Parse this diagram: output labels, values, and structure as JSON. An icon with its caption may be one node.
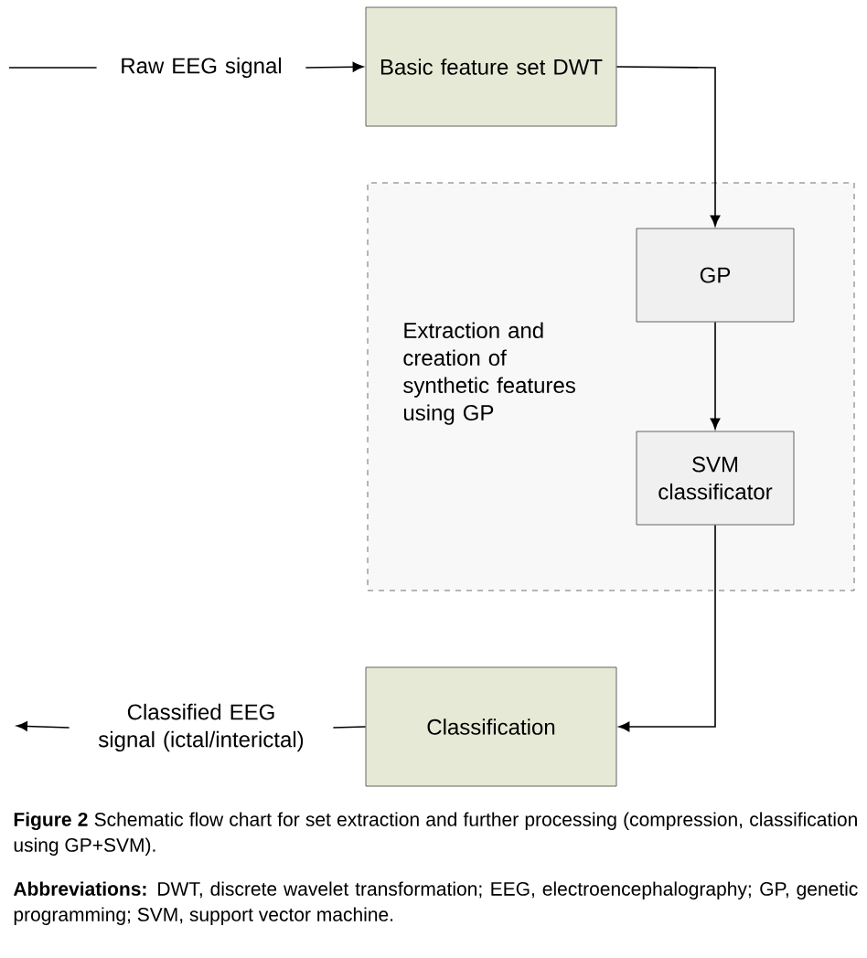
{
  "diagram": {
    "caption": "**Figure 2** Schematic flow chart for set extraction and further processing (compression, classification using GP+SVM).",
    "nodes": [
      {
        "text": [
          "Raw EEG signal"
        ]
      },
      {
        "text": [
          "Basic feature set DWT"
        ]
      },
      {
        "text": [
          "Extraction and creation of synthetic features using GP"
        ]
      },
      {
        "text": [
          "GP"
        ],
        "in": 2
      },
      {
        "text": [
          "SVM classificator"
        ],
        "in": 2
      },
      {
        "text": [
          "Classification"
        ]
      },
      {
        "text": [
          "Classified EEG signal (ictal/interictal)"
        ]
      }
    ],
    "edges": [
      {
        "from": null,
        "to": 0,
        "arrow": "none"
      },
      {
        "from": 0,
        "to": 1,
        "arrow": "to"
      },
      {
        "from": 1,
        "to": 3,
        "arrow": "to"
      },
      {
        "from": 3,
        "to": 4,
        "arrow": "to"
      },
      {
        "from": 4,
        "to": 5,
        "arrow": "to"
      },
      {
        "from": 5,
        "to": 6,
        "arrow": "none"
      },
      {
        "from": 6,
        "to": null,
        "arrow": "to"
      }
    ],
    "labels": [
      "**Abbreviations:** DWT, discrete wavelet transformation; EEG, electroencephalography; GP, genetic programming; SVM, support vector machine."
    ]
  }
}
